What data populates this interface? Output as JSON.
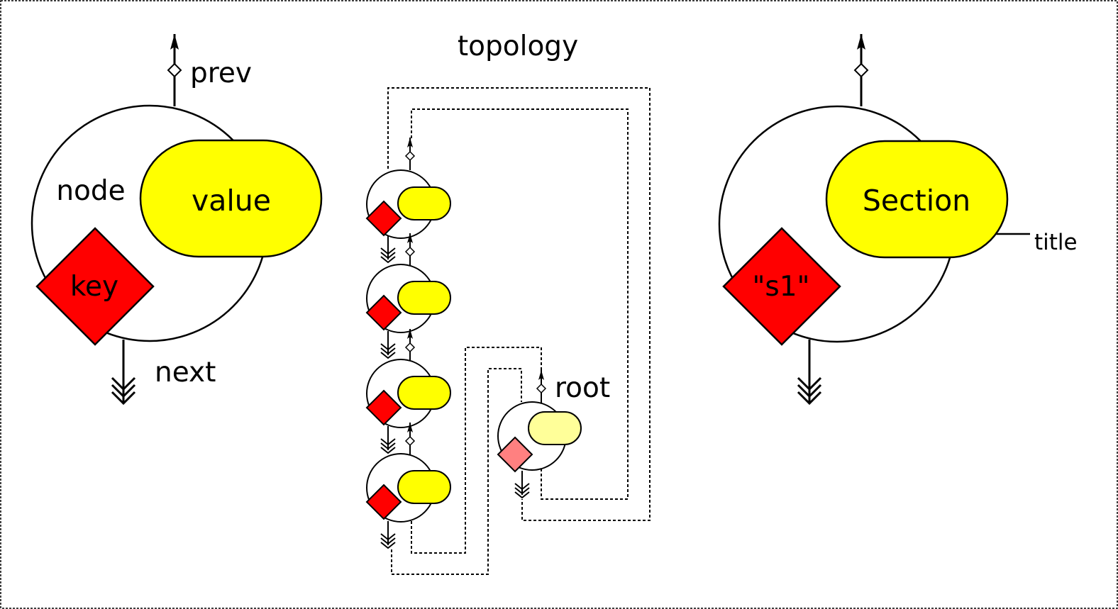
{
  "title": "topology",
  "node_diagram": {
    "node_label": "node",
    "value_label": "value",
    "key_label": "key",
    "prev_label": "prev",
    "next_label": "next"
  },
  "root_label": "root",
  "instance_diagram": {
    "value_label": "Section",
    "key_label": "\"s1\"",
    "title_label": "title"
  },
  "colors": {
    "value_fill": "#ffff00",
    "key_fill": "#ff0000",
    "root_value_fill": "#ffff99",
    "root_key_fill": "#ff8080",
    "outline": "#000000"
  }
}
